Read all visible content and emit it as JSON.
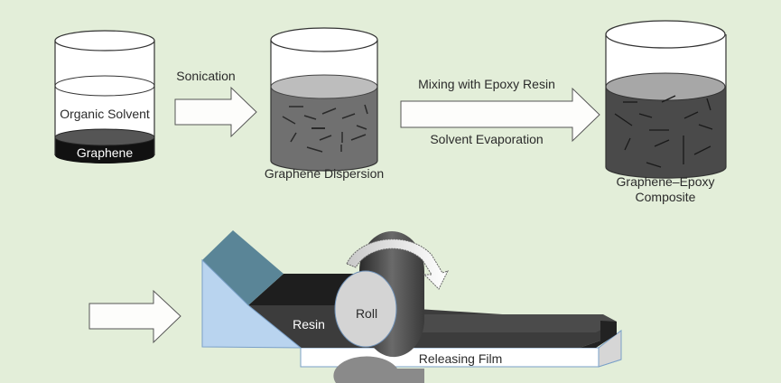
{
  "diagram": {
    "background_color": "#e3eed9",
    "step1": {
      "beaker_label_solvent": "Organic Solvent",
      "beaker_label_bottom": "Graphene"
    },
    "arrow1": {
      "label": "Sonication"
    },
    "step2": {
      "caption": "Graphene Dispersion"
    },
    "arrow2": {
      "label_top": "Mixing with Epoxy Resin",
      "label_bottom": "Solvent Evaporation"
    },
    "step3": {
      "caption_line1": "Graphene–Epoxy",
      "caption_line2": "Composite"
    },
    "rolling": {
      "resin_label": "Resin",
      "roll_label": "Roll",
      "film_label": "Releasing Film"
    },
    "colors": {
      "graphene": "#111111",
      "dispersion": "#6f6f6f",
      "composite": "#4a4a4a",
      "wedge_light": "#b9d4ef",
      "wedge_dark": "#5a8597",
      "resin_dark": "#1e1e1e",
      "resin_mid": "#3c3c3c",
      "roll_face": "#d4d4d4"
    }
  }
}
